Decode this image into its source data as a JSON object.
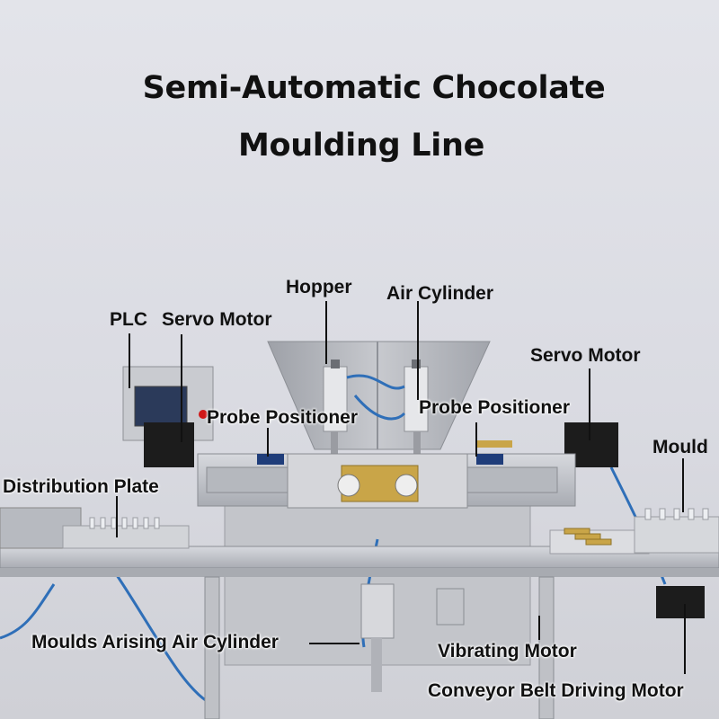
{
  "title": {
    "line1": "Semi-Automatic Chocolate",
    "line2": "Moulding Line"
  },
  "labels": {
    "hopper": "Hopper",
    "air_cylinder": "Air Cylinder",
    "plc": "PLC",
    "servo_motor_left": "Servo Motor",
    "servo_motor_right": "Servo Motor",
    "probe_positioner_left": "Probe Positioner",
    "probe_positioner_right": "Probe Positioner",
    "mould": "Mould",
    "distribution_plate": "Distribution Plate",
    "moulds_arising_air_cylinder": "Moulds Arising Air Cylinder",
    "vibrating_motor": "Vibrating Motor",
    "conveyor_belt_driving_motor": "Conveyor Belt Driving Motor"
  },
  "colors": {
    "text": "#111111",
    "leader_line": "#111111",
    "steel": "#b9bcc2",
    "brass": "#c9a548",
    "hose_blue": "#2f6fb8",
    "plc_screen": "#2b3a5a",
    "motor_black": "#1c1c1c"
  }
}
